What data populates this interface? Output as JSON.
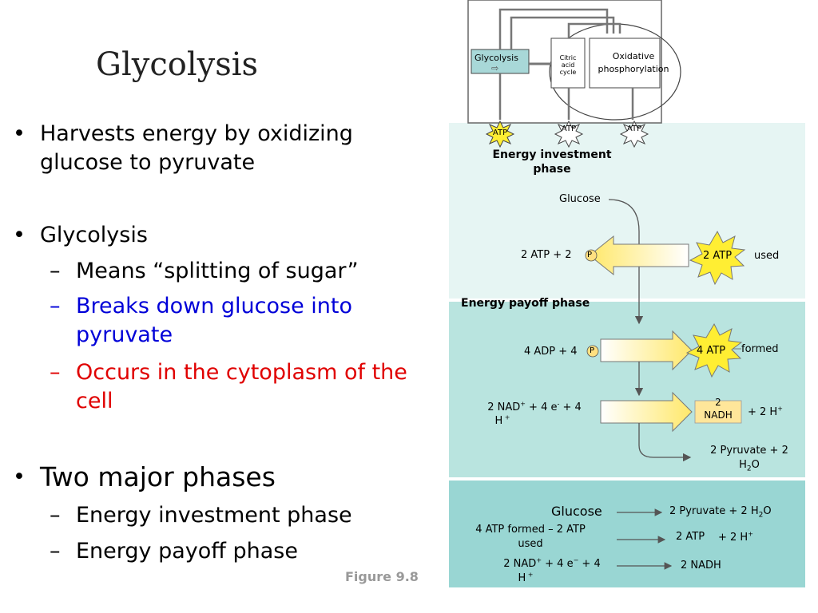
{
  "title": "Glycolysis",
  "bullets": {
    "b1": "Harvests energy by oxidizing glucose to pyruvate",
    "b2": "Glycolysis",
    "b2_sub1": "Means “splitting of sugar”",
    "b2_sub2": "Breaks down glucose into pyruvate",
    "b2_sub3": "Occurs in the cytoplasm of the cell",
    "b3": "Two major phases",
    "b3_sub1": "Energy investment phase",
    "b3_sub2": "Energy payoff phase"
  },
  "figure_label": "Figure 9.8",
  "overview": {
    "glycolysis": "Glycolysis",
    "citric1": "Citric",
    "citric2": "acid",
    "citric3": "cycle",
    "oxphos1": "Oxidative",
    "oxphos2": "phosphorylation",
    "atp1": "ATP",
    "atp2": "ATP",
    "atp3": "ATP"
  },
  "investment": {
    "heading1": "Energy investment",
    "heading2": "phase",
    "glucose": "Glucose",
    "input": "2 ATP + 2",
    "p": "P",
    "star": "2 ATP",
    "used": "used"
  },
  "payoff": {
    "heading": "Energy payoff phase",
    "adp_input": "4 ADP + 4",
    "p": "P",
    "star": "4 ATP",
    "formed": "formed",
    "nad_line1_a": "2 NAD",
    "nad_line1_b": " + 4 e",
    "nad_line1_c": " + 4",
    "nad_line2": "H",
    "nadh1": "2",
    "nadh2": "NADH",
    "h_plus": "+ 2 H",
    "pyruvate1": "2 Pyruvate + 2",
    "pyruvate2a": "H",
    "pyruvate2b": "O"
  },
  "net": {
    "glucose": "Glucose",
    "pyruvate": "2 Pyruvate + 2 H",
    "pyruvate_o": "O",
    "atp_formed1": "4 ATP formed – 2 ATP",
    "atp_formed2": "used",
    "atp_out": "2 ATP",
    "h_out": "+ 2 H",
    "nad1a": "2 NAD",
    "nad1b": " + 4 e",
    "nad1c": " + 4",
    "nad2": "H",
    "nadh_out": "2 NADH"
  },
  "colors": {
    "investment_bg": "#e6f5f3",
    "payoff_bg": "#b9e4df",
    "net_bg": "#99d6d3",
    "star": "#ffee33",
    "blue_text": "#0000d8",
    "red_text": "#e00000"
  }
}
